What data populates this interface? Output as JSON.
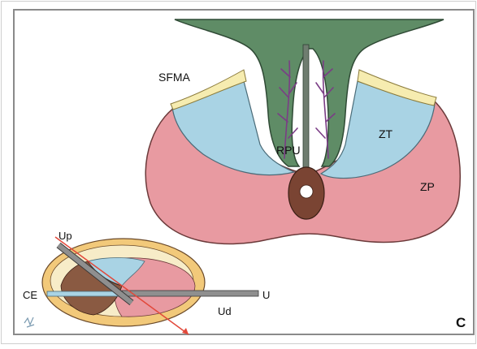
{
  "labels": {
    "sfma": "SFMA",
    "zt": "ZT",
    "rpu": "RPU",
    "zp": "ZP",
    "up": "Up",
    "ce": "CE",
    "u": "U",
    "ud": "Ud",
    "panel": "C"
  },
  "colors": {
    "frame": "#9a9a9a",
    "green": "#5f8c66",
    "green_stroke": "#2f4a35",
    "blue": "#a9d3e4",
    "yellow": "#f6ecb0",
    "pink": "#e89aa1",
    "brown": "#7a4433",
    "veins": "#7b3d86",
    "orange": "#f2c97a",
    "cream": "#f7ecc8",
    "red_line": "#e2483a",
    "grey_tube": "#8f8f8f"
  }
}
